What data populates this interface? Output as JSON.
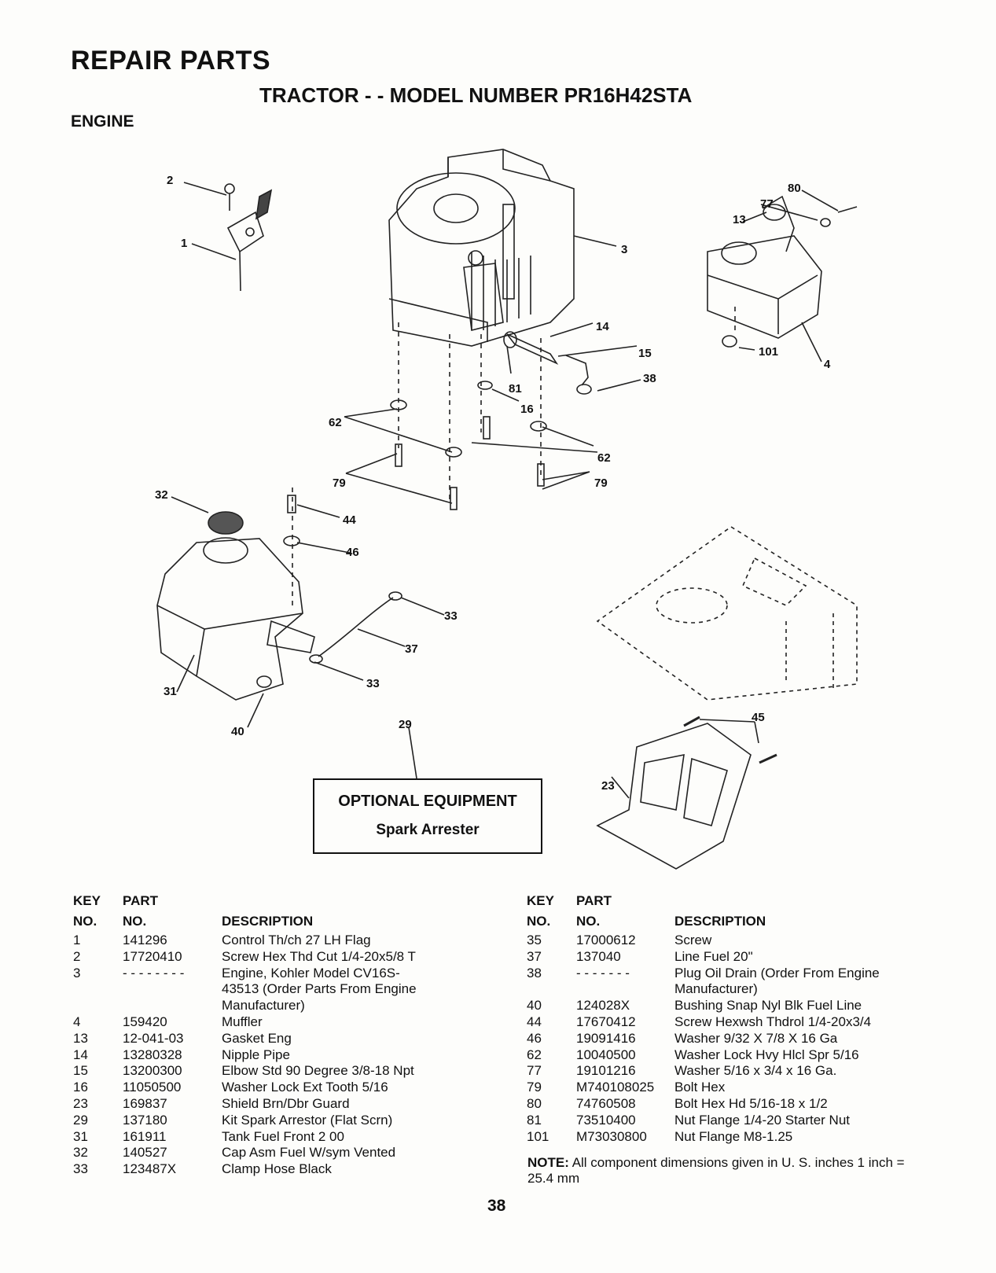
{
  "header": {
    "title": "REPAIR PARTS",
    "model": "TRACTOR - - MODEL NUMBER PR16H42STA",
    "section": "ENGINE"
  },
  "callouts": [
    "2",
    "1",
    "80",
    "77",
    "13",
    "3",
    "14",
    "15",
    "38",
    "81",
    "16",
    "62",
    "62",
    "79",
    "79",
    "101",
    "4",
    "32",
    "44",
    "46",
    "33",
    "37",
    "33",
    "31",
    "40",
    "29",
    "45",
    "23"
  ],
  "optional_box": {
    "title": "OPTIONAL EQUIPMENT",
    "subtitle": "Spark Arrester"
  },
  "table_headers": {
    "key1": "KEY",
    "key2": "NO.",
    "part1": "PART",
    "part2": "NO.",
    "desc": "DESCRIPTION"
  },
  "parts_left": [
    {
      "key": "1",
      "part": "141296",
      "desc": "Control Th/ch 27 LH Flag"
    },
    {
      "key": "2",
      "part": "17720410",
      "desc": "Screw Hex Thd Cut 1/4-20x5/8 T"
    },
    {
      "key": "3",
      "part": "- - - - - - - -",
      "desc": "Engine, Kohler Model CV16S-43513 (Order Parts From Engine Manufacturer)"
    },
    {
      "key": "4",
      "part": "159420",
      "desc": "Muffler"
    },
    {
      "key": "13",
      "part": "12-041-03",
      "desc": "Gasket Eng"
    },
    {
      "key": "14",
      "part": "13280328",
      "desc": "Nipple Pipe"
    },
    {
      "key": "15",
      "part": "13200300",
      "desc": "Elbow Std 90 Degree 3/8-18 Npt"
    },
    {
      "key": "16",
      "part": "11050500",
      "desc": "Washer Lock Ext Tooth 5/16"
    },
    {
      "key": "23",
      "part": "169837",
      "desc": "Shield Brn/Dbr Guard"
    },
    {
      "key": "29",
      "part": "137180",
      "desc": "Kit Spark Arrestor (Flat Scrn)"
    },
    {
      "key": "31",
      "part": "161911",
      "desc": "Tank Fuel Front 2 00"
    },
    {
      "key": "32",
      "part": "140527",
      "desc": "Cap Asm Fuel W/sym Vented"
    },
    {
      "key": "33",
      "part": "123487X",
      "desc": "Clamp Hose Black"
    }
  ],
  "parts_right": [
    {
      "key": "35",
      "part": "17000612",
      "desc": "Screw"
    },
    {
      "key": "37",
      "part": "137040",
      "desc": "Line Fuel 20\""
    },
    {
      "key": "38",
      "part": "- - - - - - -",
      "desc": "Plug Oil Drain (Order From Engine Manufacturer)"
    },
    {
      "key": "40",
      "part": "124028X",
      "desc": "Bushing Snap Nyl Blk Fuel Line"
    },
    {
      "key": "44",
      "part": "17670412",
      "desc": "Screw Hexwsh Thdrol 1/4-20x3/4"
    },
    {
      "key": "46",
      "part": "19091416",
      "desc": "Washer 9/32 X 7/8 X 16 Ga"
    },
    {
      "key": "62",
      "part": "10040500",
      "desc": "Washer Lock Hvy Hlcl Spr 5/16"
    },
    {
      "key": "77",
      "part": "19101216",
      "desc": "Washer 5/16 x 3/4 x 16 Ga."
    },
    {
      "key": "79",
      "part": "M740108025",
      "desc": "Bolt Hex"
    },
    {
      "key": "80",
      "part": "74760508",
      "desc": "Bolt Hex Hd 5/16-18 x 1/2"
    },
    {
      "key": "81",
      "part": "73510400",
      "desc": "Nut Flange 1/4-20 Starter Nut"
    },
    {
      "key": "101",
      "part": "M73030800",
      "desc": "Nut Flange M8-1.25"
    }
  ],
  "note": {
    "label": "NOTE:",
    "text": "All component dimensions given in U. S. inches 1 inch = 25.4 mm"
  },
  "page_number": "38"
}
